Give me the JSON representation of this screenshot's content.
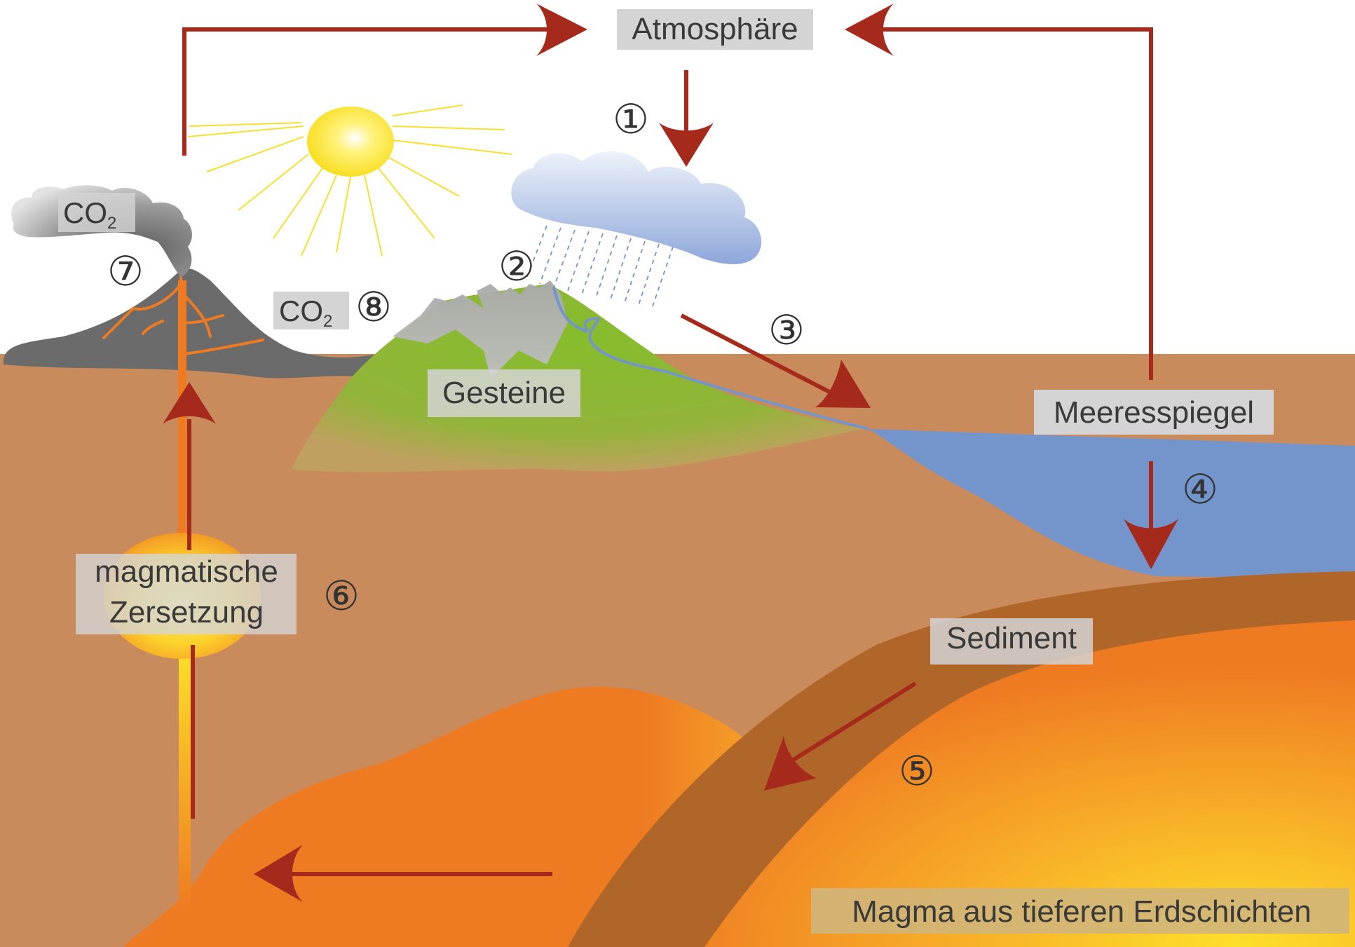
{
  "labels": {
    "atmosphere": "Atmosphäre",
    "rocks": "Gesteine",
    "sea_level": "Meeresspiegel",
    "sediment": "Sediment",
    "magma": "Magma aus tieferen Erdschichten",
    "decomposition_line1": "magmatische",
    "decomposition_line2": "Zersetzung",
    "co2_volcano_main": "CO",
    "co2_volcano_sub": "2",
    "co2_8_main": "CO",
    "co2_8_sub": "2"
  },
  "steps": {
    "s1": "①",
    "s2": "②",
    "s3": "③",
    "s4": "④",
    "s5": "⑤",
    "s6": "⑥",
    "s7": "⑦",
    "s8": "⑧"
  },
  "colors": {
    "arrow": "#a52a1c",
    "soil": "#c98b5c",
    "sea": "#7494cc",
    "sediment": "#b06628",
    "magma": "#ee7a22",
    "magma_core": "#fde02a",
    "volcano": "#6b6b6b",
    "grass": "#86bd2c",
    "label_bg": "#d4d4d4"
  }
}
